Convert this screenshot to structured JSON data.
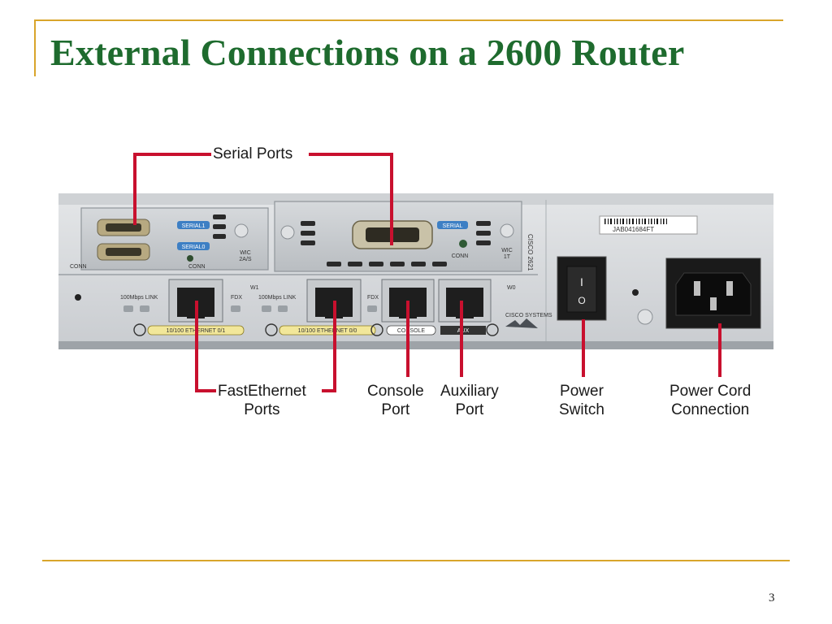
{
  "slide": {
    "title": "External Connections on a 2600 Router",
    "page_number": "3"
  },
  "callouts": {
    "serial_ports": "Serial Ports",
    "fastethernet": [
      "FastEthernet",
      "Ports"
    ],
    "console": [
      "Console",
      "Port"
    ],
    "auxiliary": [
      "Auxiliary",
      "Port"
    ],
    "power_switch": [
      "Power",
      "Switch"
    ],
    "power_cord": [
      "Power Cord",
      "Connection"
    ]
  },
  "router_labels": {
    "serial1": "SERIAL1",
    "serial0": "SERIAL0",
    "serial": "SERIAL",
    "conn": "CONN",
    "wic_2as": [
      "WIC",
      "2A/S"
    ],
    "wic_1t": [
      "WIC",
      "1T"
    ],
    "w1": "W1",
    "w0": "W0",
    "mbps_link": "100Mbps LINK",
    "fdx": "FDX",
    "eth01": "10/100 ETHERNET 0/1",
    "eth00": "10/100 ETHERNET 0/0",
    "console": "CONSOLE",
    "aux": "AUX",
    "model": "CISCO 2621",
    "brand": "CISCO SYSTEMS",
    "serial_number": "JAB041684FT",
    "switch_on": "I",
    "switch_off": "O"
  },
  "colors": {
    "title": "#1e6b2e",
    "accent_rule": "#d9a52b",
    "callout_line": "#c8102e"
  }
}
